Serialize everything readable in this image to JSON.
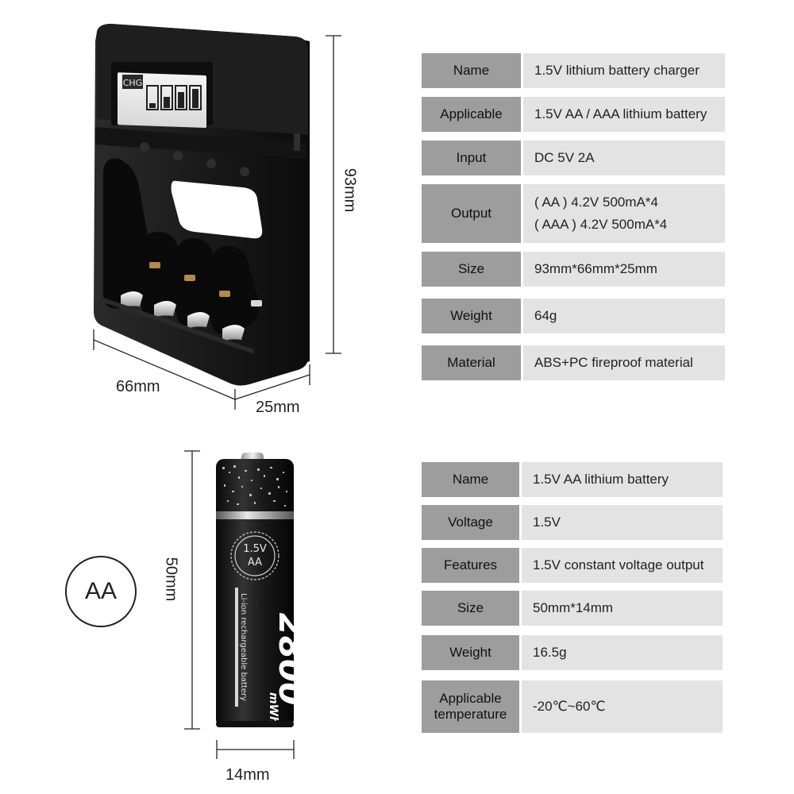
{
  "charger": {
    "lcd_label": "CHG",
    "dims": {
      "height": "93mm",
      "width": "66mm",
      "depth": "25mm"
    },
    "specs": [
      {
        "key": "Name",
        "values": [
          "1.5V lithium battery charger"
        ]
      },
      {
        "key": "Applicable",
        "values": [
          "1.5V AA / AAA lithium battery"
        ]
      },
      {
        "key": "Input",
        "values": [
          "DC 5V 2A"
        ]
      },
      {
        "key": "Output",
        "values": [
          "( AA ) 4.2V 500mA*4",
          "( AAA ) 4.2V 500mA*4"
        ]
      },
      {
        "key": "Size",
        "values": [
          "93mm*66mm*25mm"
        ]
      },
      {
        "key": "Weight",
        "values": [
          "64g"
        ]
      },
      {
        "key": "Material",
        "values": [
          "ABS+PC fireproof material"
        ]
      }
    ]
  },
  "battery": {
    "badge": "AA",
    "emblem_voltage": "1.5V",
    "emblem_size": "AA",
    "capacity": "2800",
    "capacity_unit": "mWh",
    "side_text": "Li-ion rechargeable battery",
    "dims": {
      "height": "50mm",
      "width": "14mm"
    },
    "specs": [
      {
        "key": "Name",
        "values": [
          "1.5V AA lithium battery"
        ]
      },
      {
        "key": "Voltage",
        "values": [
          "1.5V"
        ]
      },
      {
        "key": "Features",
        "values": [
          "1.5V constant voltage output"
        ]
      },
      {
        "key": "Size",
        "values": [
          "50mm*14mm"
        ]
      },
      {
        "key": "Weight",
        "values": [
          "16.5g"
        ]
      },
      {
        "key": "Applicable temperature",
        "values": [
          "-20℃~60℃"
        ]
      }
    ]
  }
}
